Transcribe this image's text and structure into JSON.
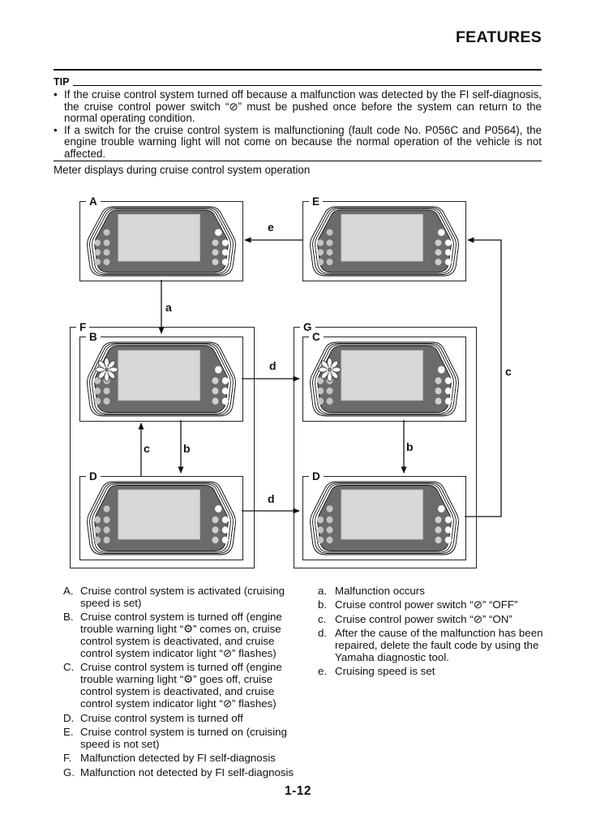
{
  "header": {
    "title": "FEATURES"
  },
  "tip": {
    "label": "TIP",
    "bullet_marker": "•",
    "bullets": [
      "If the cruise control system turned off because a malfunction was detected by the FI self-diagnosis, the cruise control power switch “⊘” must be pushed once before the system can return to the normal operating condition.",
      "If a switch for the cruise control system is malfunctioning (fault code No. P056C and P0564), the engine trouble warning light will not come on because the normal operation of the vehicle is not affected."
    ]
  },
  "diagram": {
    "caption": "Meter displays during cruise control system operation",
    "boxes": {
      "A": "A",
      "B": "B",
      "C": "C",
      "D": "D",
      "E": "E",
      "F": "F",
      "G": "G"
    },
    "arrows": {
      "a": "a",
      "b": "b",
      "c": "c",
      "d": "d",
      "e": "e"
    },
    "colors": {
      "meter_body": "#6b6b6b",
      "meter_screen": "#d8d8d8"
    }
  },
  "legend_left": {
    "items": [
      {
        "key": "A.",
        "text": "Cruise control system is activated (cruising speed is set)"
      },
      {
        "key": "B.",
        "text": "Cruise control system is turned off (engine trouble warning light “⚙” comes on, cruise control system is deactivated, and cruise control system indicator light “⊘” flashes)"
      },
      {
        "key": "C.",
        "text": "Cruise control system is turned off (engine trouble warning light “⚙” goes off, cruise control system is deactivated, and cruise control system indicator light “⊘” flashes)"
      },
      {
        "key": "D.",
        "text": "Cruise control system is turned off"
      },
      {
        "key": "E.",
        "text": "Cruise control system is turned on (cruising speed is not set)"
      },
      {
        "key": "F.",
        "text": "Malfunction detected by FI self-diagnosis"
      },
      {
        "key": "G.",
        "text": "Malfunction not detected by FI self-diagnosis"
      }
    ]
  },
  "legend_right": {
    "items": [
      {
        "key": "a.",
        "text": "Malfunction occurs"
      },
      {
        "key": "b.",
        "text": "Cruise control power switch “⊘” “OFF”"
      },
      {
        "key": "c.",
        "text": "Cruise control power switch “⊘” “ON”"
      },
      {
        "key": "d.",
        "text": "After the cause of the malfunction has been repaired, delete the fault code by using the Yamaha diagnostic tool."
      },
      {
        "key": "e.",
        "text": "Cruising speed is set"
      }
    ]
  },
  "footer": {
    "page_number": "1-12"
  }
}
